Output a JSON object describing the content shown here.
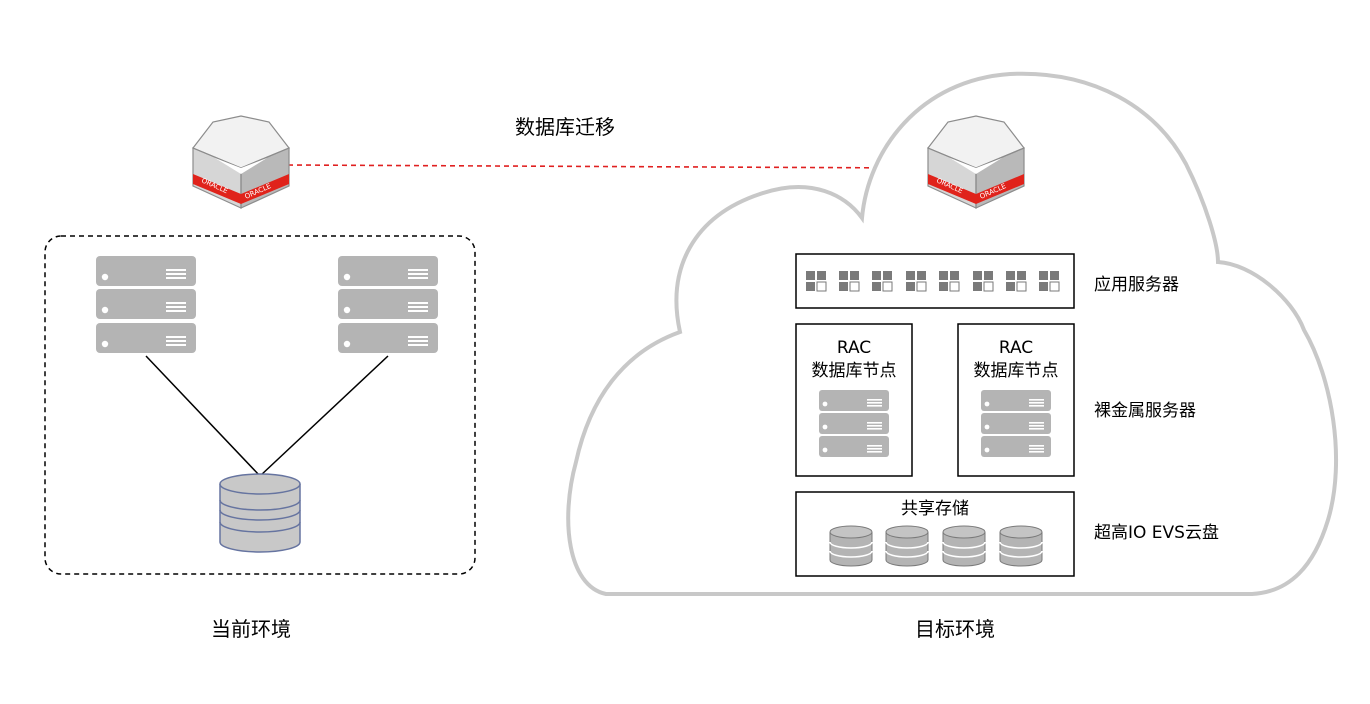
{
  "labels": {
    "migration": "数据库迁移",
    "current_env": "当前环境",
    "target_env": "目标环境",
    "app_servers": "应用服务器",
    "bare_metal": "裸金属服务器",
    "evs": "超高IO EVS云盘"
  },
  "rac_nodes": [
    {
      "title": "RAC",
      "subtitle": "数据库节点"
    },
    {
      "title": "RAC",
      "subtitle": "数据库节点"
    }
  ],
  "shared_storage": {
    "title": "共享存储"
  },
  "oracle_icons": [
    {
      "brand_left": "ORACLE",
      "brand_right": "ORACLE"
    },
    {
      "brand_left": "ORACLE",
      "brand_right": "ORACLE"
    }
  ],
  "colors": {
    "arrow": "#e02020",
    "server": "#b4b4b4",
    "cloud_stroke": "#c8c8c8",
    "disk_fill": "#c8c8c8",
    "disk_stroke": "#6674a0",
    "oracle_red": "#e0231b"
  },
  "icons": {
    "source_server_stack": "server-stack-icon",
    "database": "database-cylinder-icon",
    "oracle": "oracle-database-icon",
    "cloud": "cloud-shape",
    "app_module": "app-module-icon"
  }
}
